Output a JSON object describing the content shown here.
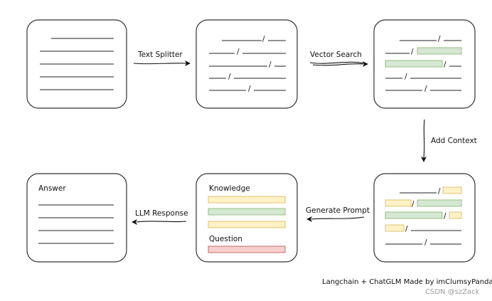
{
  "steps": {
    "text_splitter": "Text Splitter",
    "vector_search": "Vector Search",
    "add_context": "Add Context",
    "generate_prompt": "Generate Prompt",
    "llm_response": "LLM Response"
  },
  "prompt_card": {
    "knowledge_label": "Knowledge",
    "question_label": "Question"
  },
  "answer_card": {
    "title": "Answer"
  },
  "credit": "Langchain + ChatGLM Made by imClumsyPanda",
  "watermark": "CSDN @szZack",
  "colors": {
    "knowledge": "#fff2c6",
    "context_match": "#d5e8d4",
    "question": "#f8cecc"
  }
}
